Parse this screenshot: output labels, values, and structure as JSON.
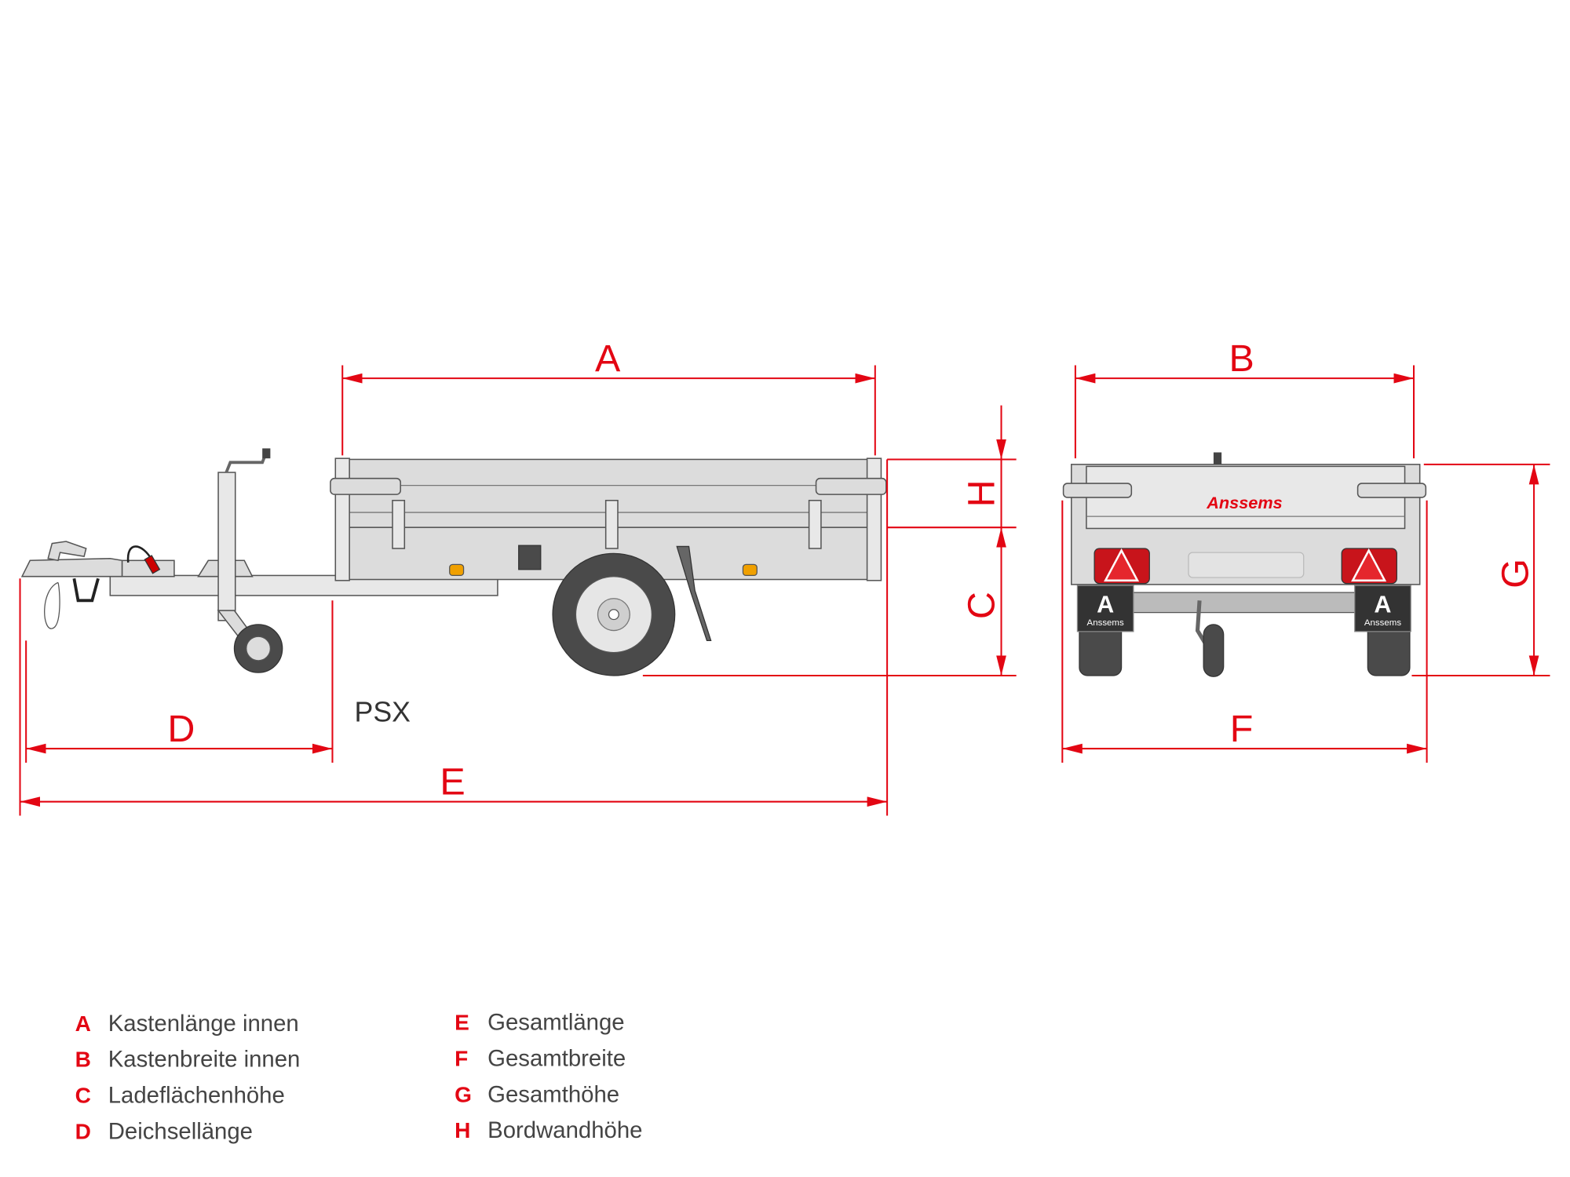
{
  "model_label": "PSX",
  "brand": "Anssems",
  "dimensions": {
    "A": "A",
    "B": "B",
    "C": "C",
    "D": "D",
    "E": "E",
    "F": "F",
    "G": "G",
    "H": "H"
  },
  "legend": [
    {
      "letter": "A",
      "text": "Kastenlänge innen"
    },
    {
      "letter": "B",
      "text": "Kastenbreite innen"
    },
    {
      "letter": "C",
      "text": "Ladeflächenhöhe"
    },
    {
      "letter": "D",
      "text": "Deichsellänge"
    },
    {
      "letter": "E",
      "text": "Gesamtlänge"
    },
    {
      "letter": "F",
      "text": "Gesamtbreite"
    },
    {
      "letter": "G",
      "text": "Gesamthöhe"
    },
    {
      "letter": "H",
      "text": "Bordwandhöhe"
    }
  ],
  "colors": {
    "accent": "#e30613",
    "body": "#dcdcdc",
    "tire": "#4a4a4a",
    "indicator": "#f0a000"
  }
}
